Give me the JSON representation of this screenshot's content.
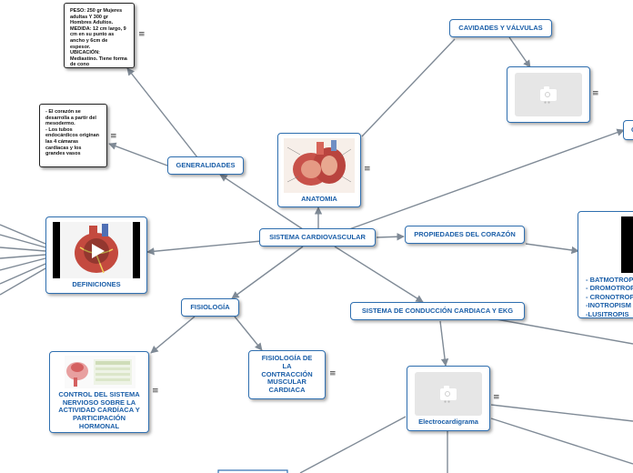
{
  "nodes": {
    "central": "SISTEMA CARDIOVASCULAR",
    "generalidades": "GENERALIDADES",
    "anatomia": "ANATOMIA",
    "cavidades": "CAVIDADES Y VÁLVULAS",
    "propiedades": "PROPIEDADES DEL CORAZÓN",
    "definiciones": "DEFINICIONES",
    "fisiologia": "FISIOLOGÍA",
    "conduccion": "SISTEMA DE CONDUCCIÓN CARDIACA Y EKG",
    "contraccion": "FISIOLOGÍA DE LA CONTRACCIÓN MUSCULAR CARDIACA",
    "control": "CONTROL DEL SISTEMA NERVIOSO SOBRE LA ACTIVIDAD CARDÍACA Y PARTICIPACIÓN HORMONAL",
    "electro": "Electrocardigrama",
    "partial_right": "C"
  },
  "notes": {
    "peso": "PESO: 250 gr Mujeres adultas Y 300 gr Hombres Adultos.\nMEDIDA: 12 cm largo, 9 cm en su punto as ancho y 6cm de espesor.\nUBICACIÓN: Mediastino.       Tiene forma de cono",
    "desarrollo": "- El corazón se desarrolla a partir del mesodermo.\n- Los tubos endocárdicos originan las 4 cámaras cardiacas y los grandes vasos"
  },
  "properties": [
    "- BATMOTROP",
    "- DROMOTROP",
    "- CRONOTROP",
    "-INOTROPISM",
    "-LUSITROPIS"
  ],
  "menu_glyph": "≡",
  "colors": {
    "node_border": "#2f6fb0",
    "node_text": "#1a5ea8",
    "line": "#7f8a96"
  }
}
